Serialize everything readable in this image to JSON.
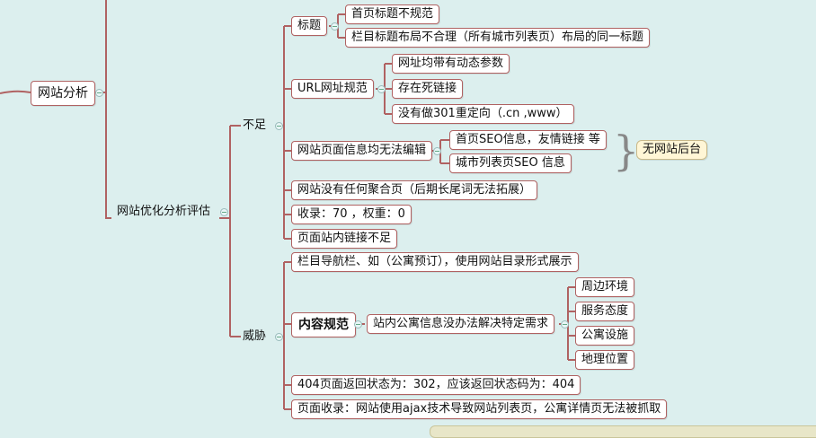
{
  "root": {
    "label": "网站分析"
  },
  "branch": {
    "label": "网站优化分析评估"
  },
  "groups": {
    "weakness": {
      "label": "不足"
    },
    "threat": {
      "label": "威胁"
    }
  },
  "weakness_nodes": {
    "title": "标题",
    "title_children": [
      "首页标题不规范",
      "栏目标题布局不合理（所有城市列表页）布局的同一标题"
    ],
    "url": "URL网址规范",
    "url_children": [
      "网址均带有动态参数",
      "存在死链接",
      "没有做301重定向（.cn  ,www）"
    ],
    "edit": "网站页面信息均无法编辑",
    "edit_children": [
      "首页SEO信息，友情链接 等",
      "城市列表页SEO 信息"
    ],
    "edit_note": "无网站后台",
    "aggregate": "网站没有任何聚合页（后期长尾词无法拓展）",
    "index": "收录：70 ，权重：0",
    "internal_links": "页面站内链接不足"
  },
  "threat_nodes": {
    "nav": "栏目导航栏、如（公寓预订），使用网站目录形式展示",
    "content": "内容规范",
    "content_child": "站内公寓信息没办法解决特定需求",
    "content_leaves": [
      "周边环境",
      "服务态度",
      "公寓设施",
      "地理位置"
    ],
    "status": "404页面返回状态为：302，应该返回状态码为：404",
    "crawl": "页面收录：网站使用ajax技术导致网站列表页，公寓详情页无法被抓取"
  },
  "colors": {
    "connector": "#b06262",
    "background": "#dcefee",
    "border": "#b06262"
  }
}
